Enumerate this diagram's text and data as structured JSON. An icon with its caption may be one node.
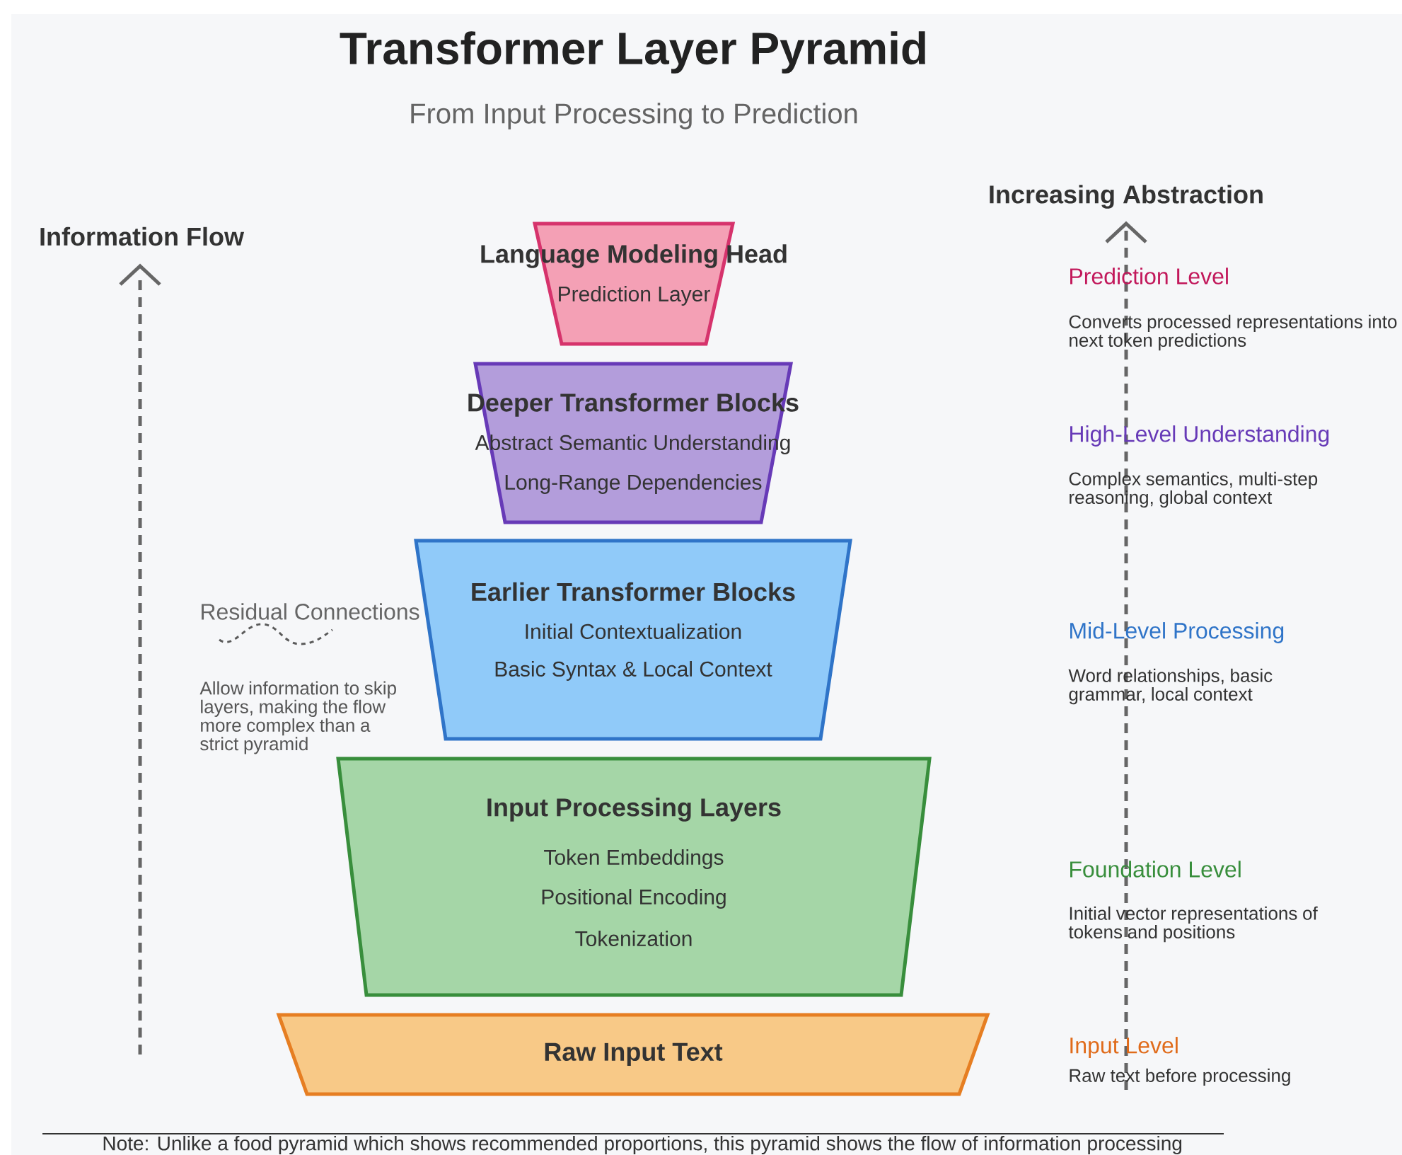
{
  "diagram": {
    "title": "Transformer Layer Pyramid",
    "caption": "From Input Processing to Prediction",
    "nodes": [
      {
        "text": [
          "Language Modeling Head",
          "Prediction Layer"
        ]
      },
      {
        "text": [
          "Deeper Transformer Blocks",
          "Abstract Semantic Understanding",
          "Long-Range Dependencies"
        ]
      },
      {
        "text": [
          "Earlier Transformer Blocks",
          "Initial Contextualization",
          "Basic Syntax & Local Context"
        ]
      },
      {
        "text": [
          "Input Processing Layers",
          "Token Embeddings",
          "Positional Encoding",
          "Tokenization"
        ]
      },
      {
        "text": [
          "Raw Input Text"
        ]
      }
    ],
    "labels": [
      "Information Flow",
      "Increasing Abstraction",
      "Prediction Level",
      "Converts processed representations into next token predictions",
      "High-Level Understanding",
      "Complex semantics, multi-step reasoning, global context",
      "Residual Connections",
      "Allow information to skip layers, making the flow more complex than a strict pyramid",
      "Mid-Level Processing",
      "Word relationships, basic grammar, local context",
      "Foundation Level",
      "Initial vector representations of tokens and positions",
      "Input Level",
      "Raw text before processing",
      "Note: Unlike a food pyramid which shows recommended proportions, this pyramid shows the flow of information processing"
    ]
  }
}
